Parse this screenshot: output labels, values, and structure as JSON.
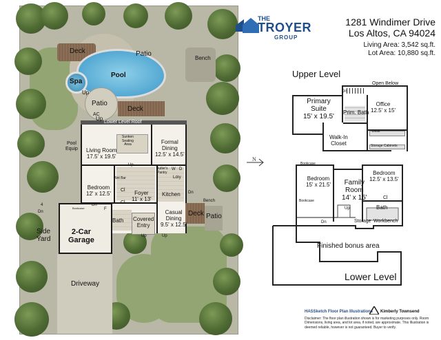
{
  "header": {
    "logo_word_the": "THE",
    "logo_word_troyer": "TROYER",
    "logo_word_group": "GROUP",
    "address_line1": "1281 Windimer Drive",
    "address_line2": "Los Altos, CA 94024",
    "living_area": "Living Area: 3,542 sq.ft.",
    "lot_area": "Lot Area: 10,880 sq.ft.",
    "brand_color": "#1f4e8c"
  },
  "site_plan": {
    "labels": {
      "deck_top": "Deck",
      "patio_top": "Patio",
      "spa": "Spa",
      "pool": "Pool",
      "bench_top": "Bench",
      "patio_round": "Patio",
      "up_spa": "Up",
      "up_patio": "Up",
      "deck_mid": "Deck",
      "ac": "AC",
      "lower_roof": "Lower Level Roof",
      "pool_equip": "Pool\nEquip",
      "sunken": "Sunken\nSeating\nArea",
      "living_room": "Living Room\n17.5' x 19.5'",
      "formal_dining": "Formal\nDining\n12.5' x 14.5'",
      "up_stair": "Up",
      "butlers": "Butler's\nPantry",
      "w": "W",
      "d": "D",
      "ldry": "Ldry",
      "wet_bar": "Wet Bar",
      "bedroom": "Bedroom\n12' x 12.5'",
      "cl1": "Cl",
      "cl2": "Cl",
      "foyer": "Foyer\n11' x 13'",
      "kitchen": "Kitchen",
      "dn_side": "Dn",
      "bookcase": "Bookcase",
      "f": "F",
      "dn_deck": "Dn",
      "casual_dining": "Casual\nDining\n9.5' x 12.5'",
      "deck_right": "Deck",
      "patio_right": "Patio",
      "bench_right": "Bench",
      "bath": "Bath",
      "covered_entry": "Covered\nEntry",
      "up_entry1": "Up",
      "up_entry2": "Up",
      "side_yard": "Side\nYard",
      "garage": "2-Car\nGarage",
      "driveway": "Driveway",
      "num4": "4",
      "dn_left": "Dn"
    }
  },
  "upper_level": {
    "title": "Upper Level",
    "labels": {
      "primary_suite": "Primary\nSuite\n15' x 19.5'",
      "prim_bath": "Prim. Bath",
      "walk_in": "Walk-In\nCloset",
      "office": "Office\n12.5' x 15'",
      "open_below": "Open Below",
      "dn": "Dn",
      "desk": "Desk",
      "storage": "Storage Cabinets"
    }
  },
  "lower_level": {
    "title": "Lower Level",
    "labels": {
      "bookcase1": "Bookcase",
      "bookcase2": "Bookcase",
      "bedroom1": "Bedroom\n15' x 21.5'",
      "family_room": "Family\nRoom\n14' x 15'",
      "bedroom2": "Bedroom\n12.5' x 13.5'",
      "cl": "Cl",
      "bath": "Bath",
      "up": "Up",
      "dn": "Dn",
      "storage": "Storage",
      "workbench": "Workbench",
      "bonus": "Finished bonus area"
    }
  },
  "footer": {
    "brand1": "HASSketch Floor Plan Illustrations",
    "brand2": "Kimberly Townsend",
    "disclaimer": "Disclaimer: The floor plan illustration shown is for marketing purposes only. Room Dimensions, living area, and lot area, if noted, are approximate. This Illustration is deemed reliable, however is not guaranteed. Buyer to verify."
  }
}
